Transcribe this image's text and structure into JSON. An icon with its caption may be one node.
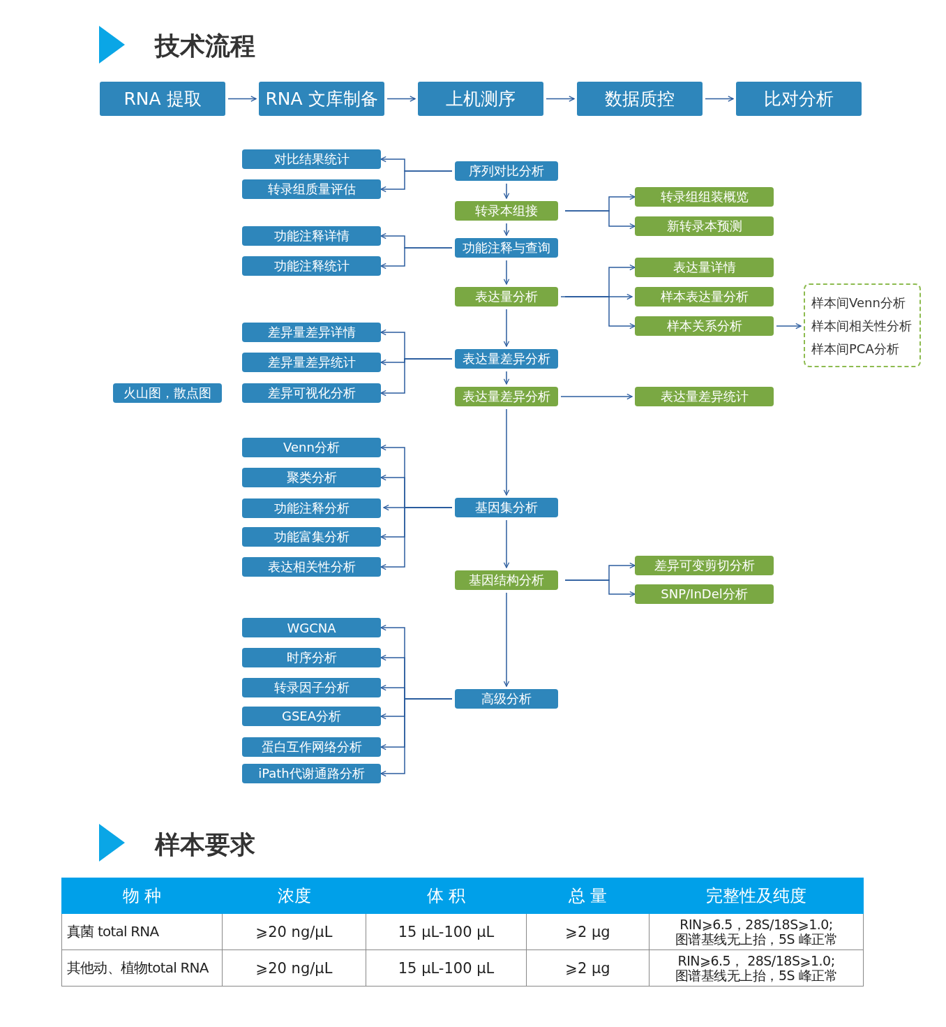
{
  "diagram": {
    "title": "技术流程",
    "nodes": [
      {
        "text": [
          "RNA 提取"
        ]
      },
      {
        "text": [
          "RNA 文库制备"
        ]
      },
      {
        "text": [
          "上机测序"
        ]
      },
      {
        "text": [
          "数据质控"
        ]
      },
      {
        "text": [
          "比对分析"
        ]
      },
      {
        "text": [
          "对比结果统计"
        ]
      },
      {
        "text": [
          "转录组质量评估"
        ]
      },
      {
        "text": [
          "序列对比分析"
        ]
      },
      {
        "text": [
          "转录本组接"
        ]
      },
      {
        "text": [
          "转录组组装概览"
        ]
      },
      {
        "text": [
          "新转录本预测"
        ]
      },
      {
        "text": [
          "功能注释详情"
        ]
      },
      {
        "text": [
          "功能注释统计"
        ]
      },
      {
        "text": [
          "功能注释与查询"
        ]
      },
      {
        "text": [
          "表达量详情"
        ]
      },
      {
        "text": [
          "表达量分析"
        ]
      },
      {
        "text": [
          "样本表达量分析"
        ]
      },
      {
        "text": [
          "样本关系分析"
        ]
      },
      {
        "text": [
          "样本间Venn分析",
          "样本间相关性分析",
          "样本间PCA分析"
        ]
      },
      {
        "text": [
          "差异量差异详情"
        ]
      },
      {
        "text": [
          "差异量差异统计"
        ]
      },
      {
        "text": [
          "火山图，散点图"
        ]
      },
      {
        "text": [
          "差异可视化分析"
        ]
      },
      {
        "text": [
          "表达量差异分析"
        ]
      },
      {
        "text": [
          "表达量差异分析"
        ]
      },
      {
        "text": [
          "表达量差异统计"
        ]
      },
      {
        "text": [
          "Venn分析"
        ]
      },
      {
        "text": [
          "聚类分析"
        ]
      },
      {
        "text": [
          "功能注释分析"
        ]
      },
      {
        "text": [
          "基因集分析"
        ]
      },
      {
        "text": [
          "功能富集分析"
        ]
      },
      {
        "text": [
          "表达相关性分析"
        ]
      },
      {
        "text": [
          "差异可变剪切分析"
        ]
      },
      {
        "text": [
          "基因结构分析"
        ]
      },
      {
        "text": [
          "SNP/InDel分析"
        ]
      },
      {
        "text": [
          "WGCNA"
        ]
      },
      {
        "text": [
          "时序分析"
        ]
      },
      {
        "text": [
          "转录因子分析"
        ]
      },
      {
        "text": [
          "GSEA分析"
        ]
      },
      {
        "text": [
          "高级分析"
        ]
      },
      {
        "text": [
          "蛋白互作网络分析"
        ]
      },
      {
        "text": [
          "iPath代谢通路分析"
        ]
      }
    ],
    "edges": [
      {
        "from": 0,
        "to": 1,
        "arrow": "to"
      },
      {
        "from": 1,
        "to": 2,
        "arrow": "to"
      },
      {
        "from": 2,
        "to": 3,
        "arrow": "to"
      },
      {
        "from": 3,
        "to": 4,
        "arrow": "to"
      },
      {
        "from": 7,
        "to": 5,
        "arrow": "to"
      },
      {
        "from": 7,
        "to": 6,
        "arrow": "to"
      },
      {
        "from": 7,
        "to": 8,
        "arrow": "to"
      },
      {
        "from": 8,
        "to": 9,
        "arrow": "to"
      },
      {
        "from": 8,
        "to": 10,
        "arrow": "to"
      },
      {
        "from": 8,
        "to": 13,
        "arrow": "to"
      },
      {
        "from": 13,
        "to": 11,
        "arrow": "to"
      },
      {
        "from": 13,
        "to": 12,
        "arrow": "to"
      },
      {
        "from": 13,
        "to": 15,
        "arrow": "to"
      },
      {
        "from": 15,
        "to": 14,
        "arrow": "to"
      },
      {
        "from": 15,
        "to": 16,
        "arrow": "to"
      },
      {
        "from": 15,
        "to": 17,
        "arrow": "to"
      },
      {
        "from": 17,
        "to": 18,
        "arrow": "to"
      },
      {
        "from": 15,
        "to": 23,
        "arrow": "to"
      },
      {
        "from": 23,
        "to": 19,
        "arrow": "to"
      },
      {
        "from": 23,
        "to": 20,
        "arrow": "to"
      },
      {
        "from": 23,
        "to": 22,
        "arrow": "to"
      },
      {
        "from": 23,
        "to": 24,
        "arrow": "to"
      },
      {
        "from": 24,
        "to": 25,
        "arrow": "to"
      },
      {
        "from": 24,
        "to": 29,
        "arrow": "to"
      },
      {
        "from": 29,
        "to": 26,
        "arrow": "to"
      },
      {
        "from": 29,
        "to": 27,
        "arrow": "to"
      },
      {
        "from": 29,
        "to": 28,
        "arrow": "to"
      },
      {
        "from": 29,
        "to": 30,
        "arrow": "to"
      },
      {
        "from": 29,
        "to": 31,
        "arrow": "to"
      },
      {
        "from": 29,
        "to": 33,
        "arrow": "to"
      },
      {
        "from": 33,
        "to": 32,
        "arrow": "to"
      },
      {
        "from": 33,
        "to": 34,
        "arrow": "to"
      },
      {
        "from": 33,
        "to": 39,
        "arrow": "to"
      },
      {
        "from": 39,
        "to": 35,
        "arrow": "to"
      },
      {
        "from": 39,
        "to": 36,
        "arrow": "to"
      },
      {
        "from": 39,
        "to": 37,
        "arrow": "to"
      },
      {
        "from": 39,
        "to": 38,
        "arrow": "to"
      },
      {
        "from": 39,
        "to": 40,
        "arrow": "to"
      },
      {
        "from": 39,
        "to": 41,
        "arrow": "to"
      }
    ],
    "labels": [
      "样本要求",
      "物  种",
      "浓度",
      "体 积",
      "总 量",
      "完整性及纯度",
      "真菌 total RNA",
      "⩾20 ng/μL",
      "15 μL-100 μL",
      "⩾2 μg",
      "RIN⩾6.5，28S/18S⩾1.0; 图谱基线无上抬，5S 峰正常",
      "其他动、植物total RNA",
      "⩾20 ng/μL",
      "15 μL-100 μL",
      "⩾2 μg",
      "RIN⩾6.5， 28S/18S⩾1.0; 图谱基线无上抬，5S 峰正常"
    ]
  }
}
